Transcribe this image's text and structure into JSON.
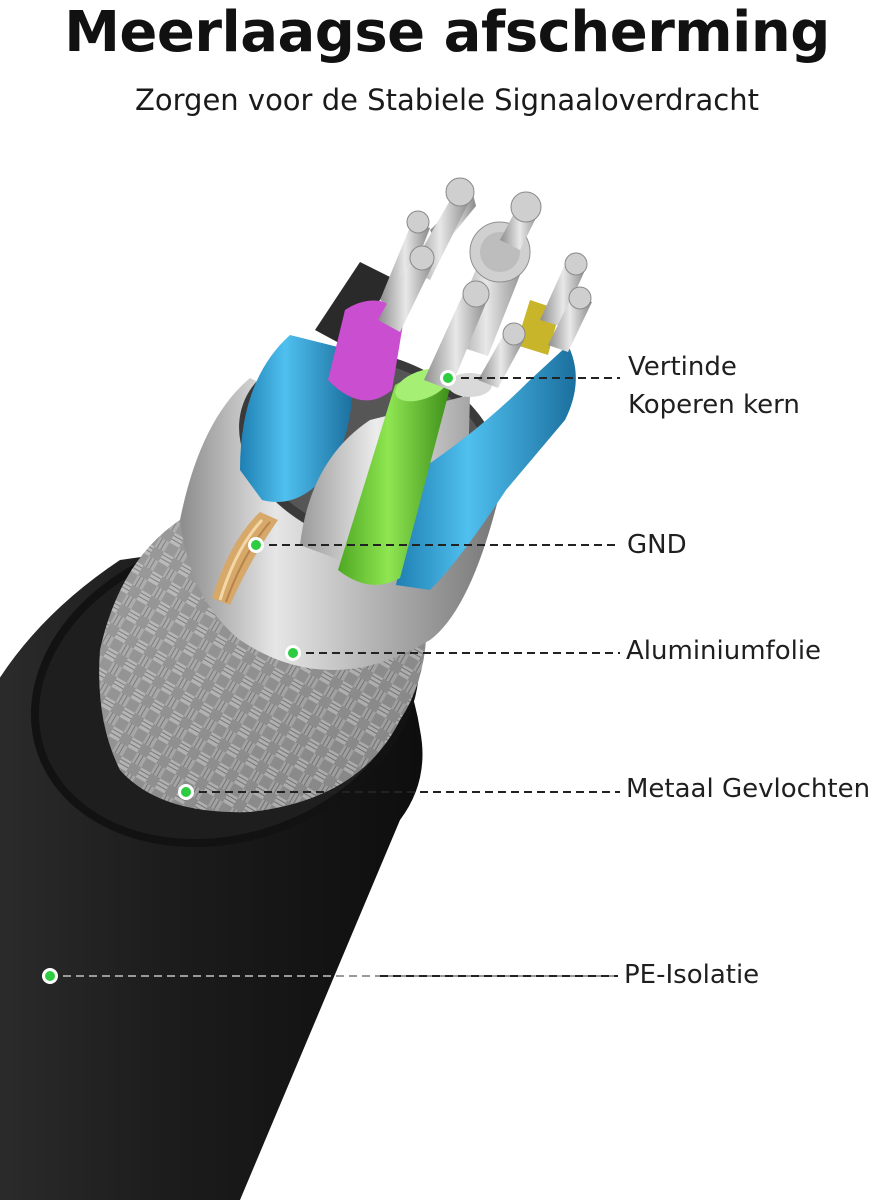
{
  "header": {
    "title": "Meerlaagse afscherming",
    "subtitle": "Zorgen voor de Stabiele Signaaloverdracht"
  },
  "callouts": [
    {
      "label": "Vertinde\nKoperen kern"
    },
    {
      "label": "GND"
    },
    {
      "label": "Aluminiumfolie"
    },
    {
      "label": "Metaal Gevlochten"
    },
    {
      "label": "PE-Isolatie"
    }
  ],
  "colors": {
    "marker": "#2ecc40",
    "jacket": "#1b1b1b",
    "foil": "#c9c9c9",
    "wire_blue": "#33a9dc",
    "wire_green": "#7ad83b",
    "wire_magenta": "#c94ed0"
  }
}
